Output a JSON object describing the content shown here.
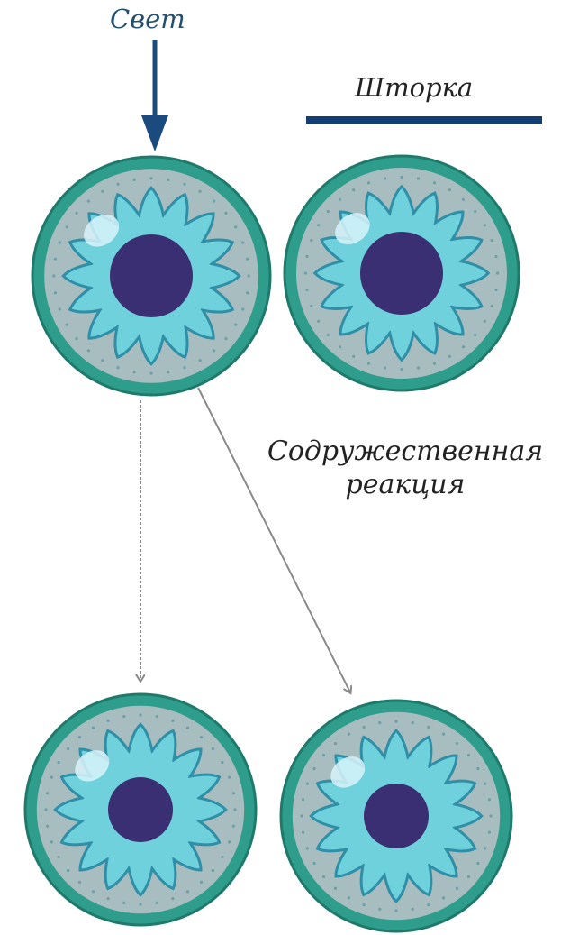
{
  "labels": {
    "light": "Свет",
    "shutter": "Шторка",
    "consensual_reaction_line1": "Содружественная",
    "consensual_reaction_line2": "реакция"
  },
  "colors": {
    "light_text": "#24506e",
    "dark_text": "#222222",
    "arrow_navy": "#1a4a7e",
    "shutter_bar": "#123f73",
    "sclera_ring": "#2e9d8c",
    "iris_light": "#6fd1dc",
    "iris_grey": "#a8bdc0",
    "pupil": "#3b2f73",
    "reflex_arrow": "#8a8a8a"
  },
  "eyes": [
    {
      "id": "eye-top-left",
      "pupil_size": "large"
    },
    {
      "id": "eye-top-right",
      "pupil_size": "large"
    },
    {
      "id": "eye-bottom-left",
      "pupil_size": "small"
    },
    {
      "id": "eye-bottom-right",
      "pupil_size": "small"
    }
  ]
}
